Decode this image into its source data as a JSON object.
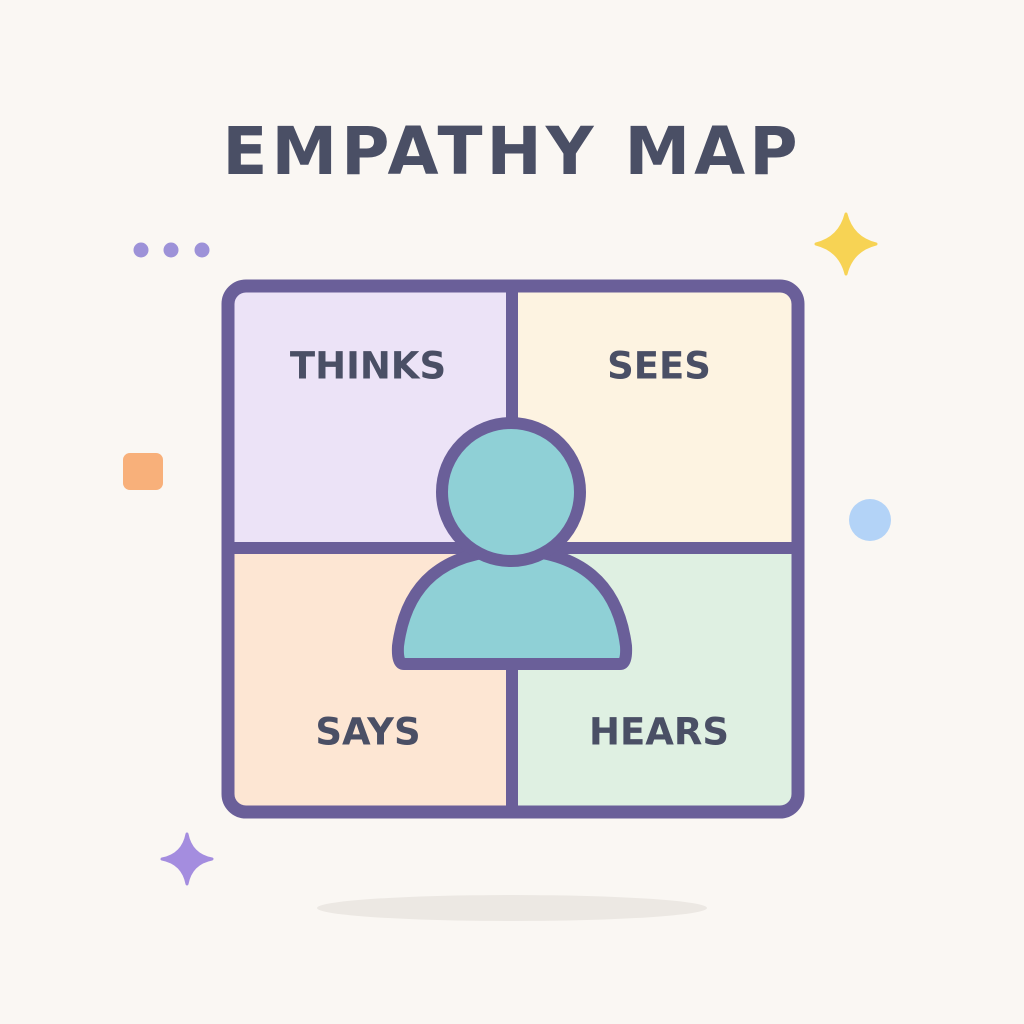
{
  "title": "EMPATHY MAP",
  "quadrants": {
    "thinks": {
      "label": "THINKS",
      "color": "#ece3f7"
    },
    "sees": {
      "label": "SEES",
      "color": "#fdf3e1"
    },
    "says": {
      "label": "SAYS",
      "color": "#fde6d3"
    },
    "hears": {
      "label": "HEARS",
      "color": "#dff0e2"
    }
  },
  "colors": {
    "frame": "#6a5f99",
    "text": "#4a4f65",
    "person": "#8fd0d6",
    "background": "#faf7f3",
    "sparkle_yellow": "#f7d354",
    "sparkle_purple": "#a48ddf",
    "dots": "#9d92d8",
    "orange_square": "#f8b07a",
    "blue_circle": "#b3d3f7"
  },
  "icons": [
    "user-icon",
    "sparkle-icon",
    "dots-icon"
  ]
}
